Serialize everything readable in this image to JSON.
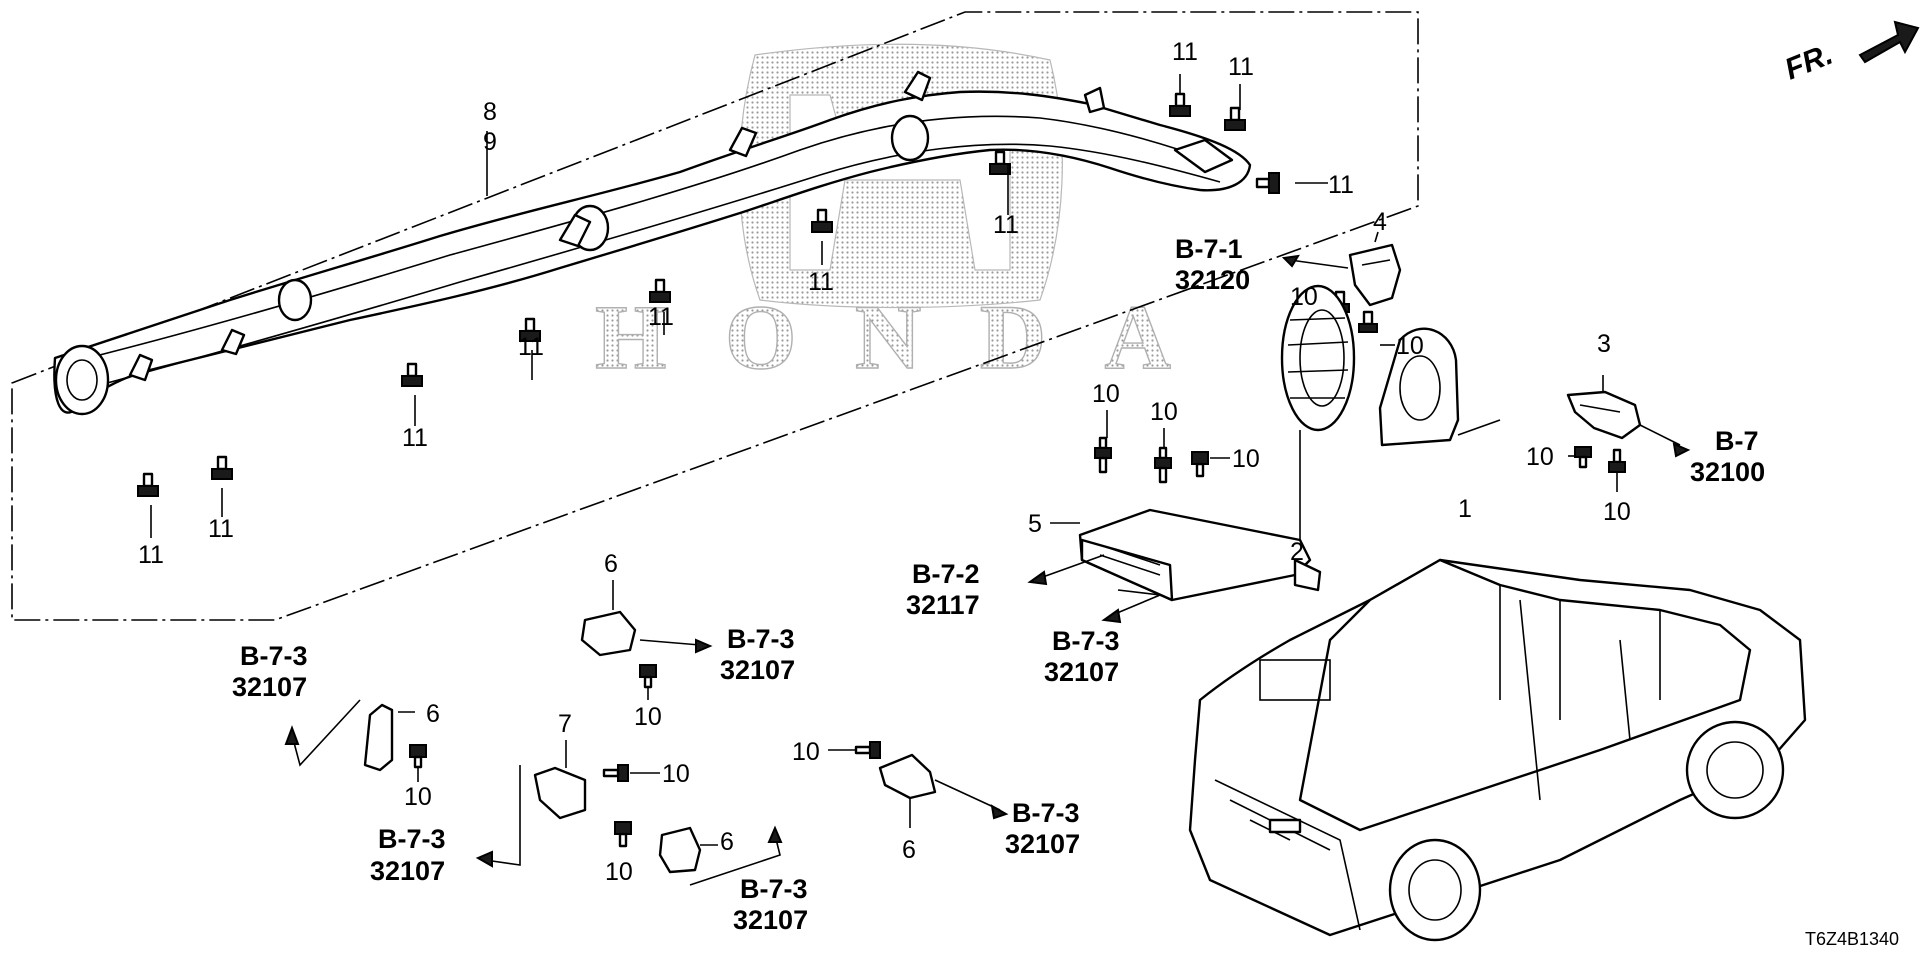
{
  "diagram_code": "T6Z4B1340",
  "direction_label": "FR.",
  "watermark_text": "HONDA",
  "part_numbers": {
    "p1": "1",
    "p2": "2",
    "p3": "3",
    "p4": "4",
    "p5": "5",
    "p6": "6",
    "p7": "7",
    "p8": "8",
    "p9": "9",
    "p10": "10",
    "p11": "11"
  },
  "references": {
    "b7": "B-7",
    "b7_code": "32100",
    "b71": "B-7-1",
    "b71_code": "32120",
    "b72": "B-7-2",
    "b72_code": "32117",
    "b73": "B-7-3",
    "b73_code": "32107"
  },
  "icons": [
    "honda-logo-watermark",
    "direction-arrow-icon",
    "vehicle-illustration"
  ]
}
